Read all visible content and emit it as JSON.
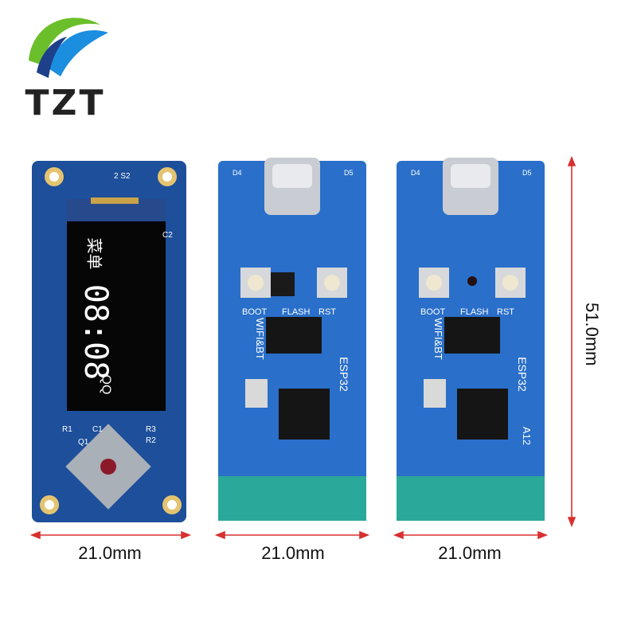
{
  "brand": {
    "logo_text": "TZT",
    "colors": {
      "green": "#6bbf2a",
      "blue": "#1b8ee0",
      "dark": "#1e3f8a"
    }
  },
  "dimensions": {
    "width_label_1": "21.0mm",
    "width_label_2": "21.0mm",
    "width_label_3": "21.0mm",
    "height_label": "51.0mm",
    "arrow_color": "#d83030"
  },
  "board_oled": {
    "silk_top": "2 S2",
    "silk_side": "C2",
    "silk_r1": "R1",
    "silk_q1": "Q1",
    "silk_c1": "C1",
    "silk_r3": "R3",
    "silk_r2": "R2",
    "display": {
      "chars_top": "菜单",
      "time": "08:08",
      "status": "QQ"
    }
  },
  "board_esp32_1": {
    "label_boot": "BOOT",
    "label_flash": "FLASH",
    "label_rst": "RST",
    "label_wifi": "WIFI&BT",
    "label_chip": "ESP32",
    "silk_d4": "D4",
    "silk_d5": "D5"
  },
  "board_esp32_2": {
    "label_boot": "BOOT",
    "label_flash": "FLASH",
    "label_rst": "RST",
    "label_wifi": "WIFI&BT",
    "label_chip": "ESP32",
    "label_variant": "A12",
    "silk_d4": "D4",
    "silk_d5": "D5"
  }
}
